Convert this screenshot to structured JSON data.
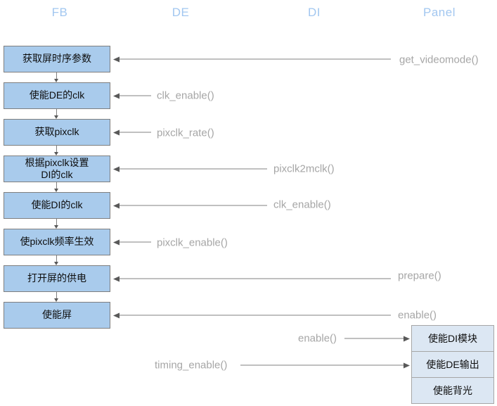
{
  "headers": [
    "FB",
    "DE",
    "DI",
    "Panel"
  ],
  "fb_steps": [
    "获取屏时序参数",
    "使能DE的clk",
    "获取pixclk",
    "根据pixclk设置\nDI的clk",
    "使能DI的clk",
    "使pixclk频率生效",
    "打开屏的供电",
    "使能屏"
  ],
  "callback_labels": [
    "get_videomode()",
    "clk_enable()",
    "pixclk_rate()",
    "pixclk2mclk()",
    "clk_enable()",
    "pixclk_enable()",
    "prepare()",
    "enable()",
    "enable()",
    "timing_enable()"
  ],
  "panel_steps": [
    "使能DI模块",
    "使能DE输出",
    "使能背光"
  ],
  "colors": {
    "header_text": "#a2c7f0",
    "flow_box_fill": "#a9cbec",
    "flow_box_border": "#7f7f7f",
    "panel_box_fill": "#dce7f3",
    "panel_box_border": "#a6a6a6",
    "arrow_line": "#808080",
    "arrow_head": "#595959",
    "callback_label_text": "#a6a6a6"
  }
}
